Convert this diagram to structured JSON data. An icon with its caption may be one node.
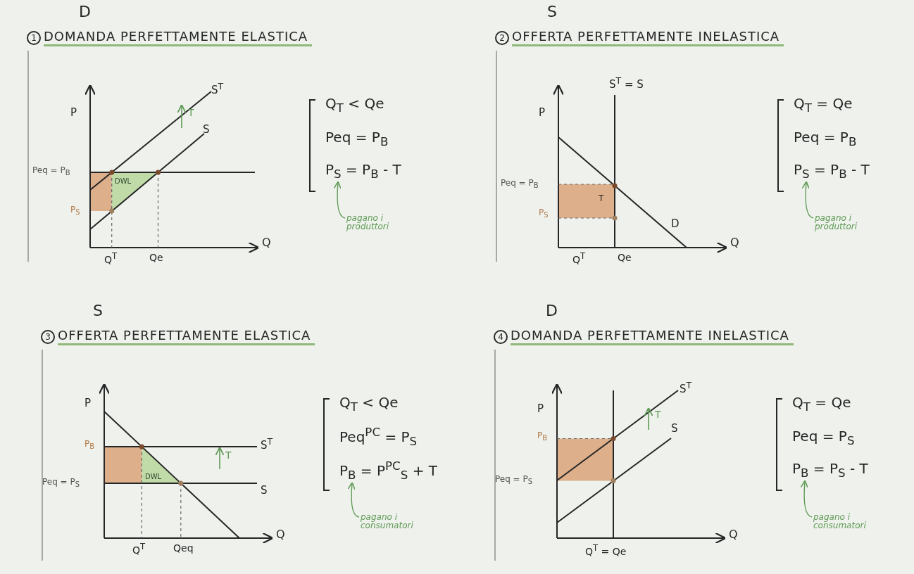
{
  "diagram": {
    "nodes": [
      {
        "text": [
          "P$_{S}$ = P$_{B}$ - T"
        ]
      },
      {
        "text": [
          "pagano i produttori"
        ]
      },
      {
        "text": [
          "P$_{S}$ = P$_{B}$ - T"
        ]
      },
      {
        "text": [
          "pagano i produttori"
        ]
      },
      {
        "text": [
          "P$_{B}$ = P$^{PC}$$_{S}$ + T"
        ]
      },
      {
        "text": [
          "pagano i consumatori"
        ]
      },
      {
        "text": [
          "P$_{B}$ = P$_{S}$ - T"
        ]
      },
      {
        "text": [
          "pagano i consumatori"
        ]
      }
    ],
    "edges": [
      {
        "from": 1,
        "to": 0,
        "arrow": "to"
      },
      {
        "from": 3,
        "to": 2,
        "arrow": "to"
      },
      {
        "from": 5,
        "to": 4,
        "arrow": "to"
      },
      {
        "from": 7,
        "to": 6,
        "arrow": "to"
      }
    ],
    "labels": [
      "D",
      "1",
      "DOMANDA PERFETTAMENTE ELASTICA",
      "P",
      "S$^{T}$",
      "T",
      "S",
      "Peq = P$_{B}$",
      "DWL",
      "P$_{S}$",
      "Q",
      "Q$^{T}$",
      "Qe",
      "Q$_{T}$ < Qe",
      "Peq = P$_{B}$",
      "S",
      "2",
      "OFFERTA PERFETTAMENTE INELASTICA",
      "S$^{T}$ = S",
      "P",
      "Peq = P$_{B}$",
      "T",
      "P$_{S}$",
      "D",
      "Q",
      "Q$^{T}$",
      "Qe",
      "Q$_{T}$ = Qe",
      "Peq = P$_{B}$",
      "S",
      "3",
      "OFFERTA PERFETTAMENTE ELASTICA",
      "P",
      "P$_{B}$",
      "T",
      "S$^{T}$",
      "Peq = P$_{S}$",
      "DWL",
      "S",
      "Q",
      "Q$^{T}$",
      "Qeq",
      "Q$_{T}$ < Qe",
      "Peq$^{PC}$ = P$_{S}$",
      "D",
      "4",
      "DOMANDA PERFETTAMENTE INELASTICA",
      "S$^{T}$",
      "P",
      "T",
      "S",
      "P$_{B}$",
      "Peq = P$_{S}$",
      "Q",
      "Q$^{T}$ = Qe",
      "Q$_{T}$ = Qe",
      "Peq = P$_{S}$"
    ]
  }
}
